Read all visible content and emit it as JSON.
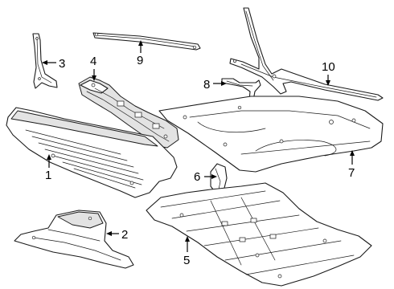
{
  "callouts": {
    "c1": "1",
    "c2": "2",
    "c3": "3",
    "c4": "4",
    "c5": "5",
    "c6": "6",
    "c7": "7",
    "c8": "8",
    "c9": "9",
    "c10": "10"
  },
  "colors": {
    "line": "#1a1a1a",
    "background": "#ffffff",
    "shade": "#e3e3e3"
  }
}
